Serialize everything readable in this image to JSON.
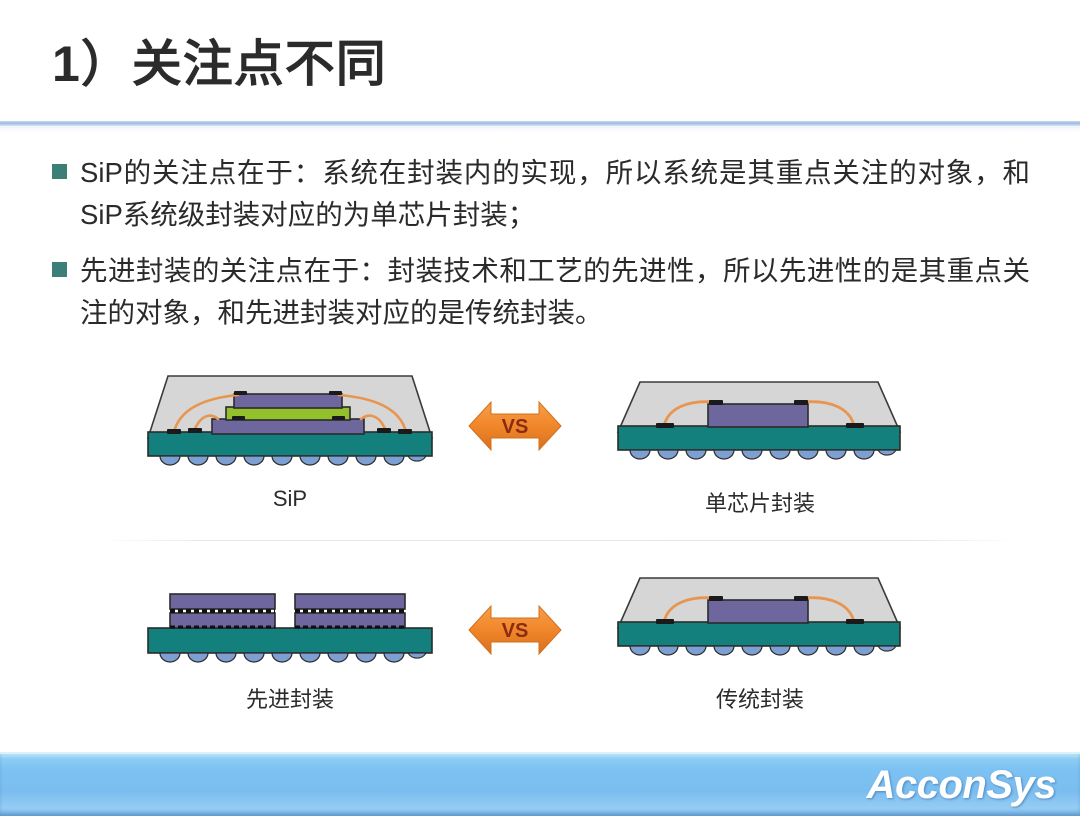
{
  "slide": {
    "title": "1）关注点不同",
    "bullets": [
      {
        "marker": "square-bullet",
        "text": "SiP的关注点在于：系统在封装内的实现，所以系统是其重点关注的对象，和SiP系统级封装对应的为单芯片封装；"
      },
      {
        "marker": "square-bullet",
        "text": "先进封装的关注点在于：封装技术和工艺的先进性，所以先进性的是其重点关注的对象，和先进封装对应的是传统封装。"
      }
    ],
    "comparisons": [
      {
        "left_caption": "SiP",
        "connector": "VS",
        "right_caption": "单芯片封装"
      },
      {
        "left_caption": "先进封装",
        "connector": "VS",
        "right_caption": "传统封装"
      }
    ],
    "footer": {
      "logo": "AcconSys"
    },
    "colors": {
      "bullet_marker": "#3c7e78",
      "title_text": "#2b2b2b",
      "header_rule": "#9fbbe0",
      "footer_gradient_top": "#8ccdf4",
      "footer_gradient_bottom": "#6aa7dd",
      "substrate_teal": "#14807e",
      "die_purple": "#6e679e",
      "die_green": "#93c12c",
      "mold_gray": "#d4d4d4",
      "bond_wire_orange": "#e8954f",
      "solder_ball_blue": "#7d9fd2",
      "vs_arrow_orange": "#f0842a",
      "vs_text": "#8a2b13"
    }
  }
}
